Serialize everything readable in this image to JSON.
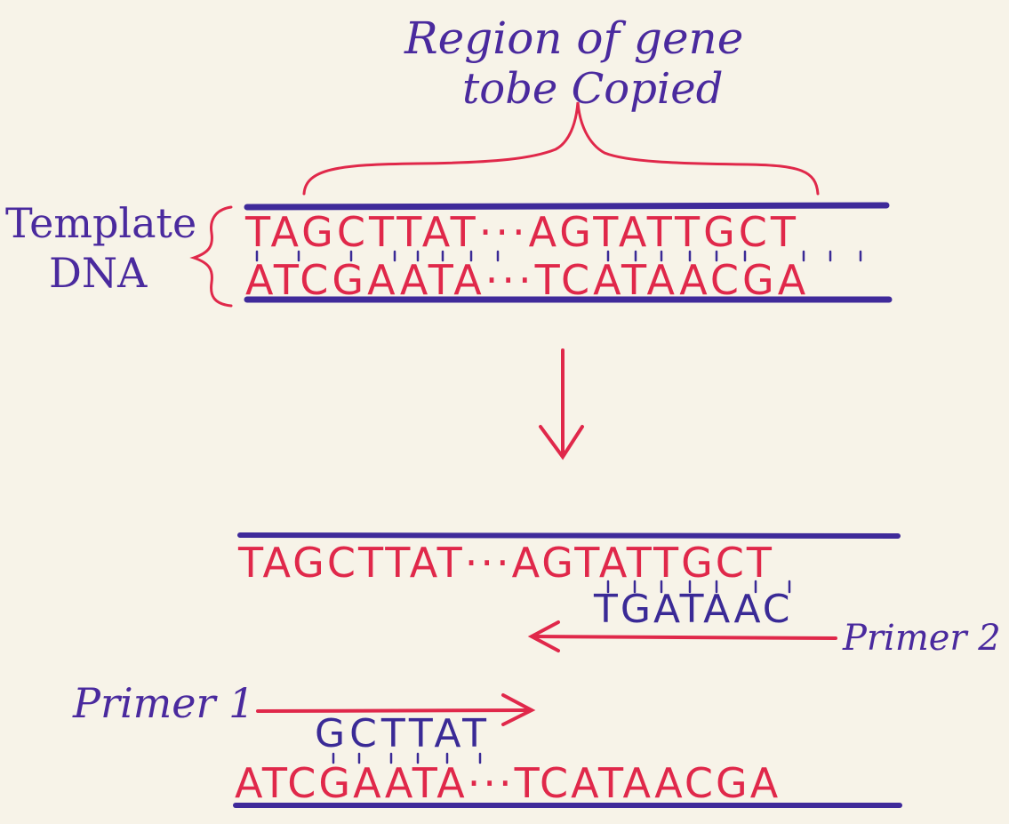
{
  "colors": {
    "paper": "#f7f3e8",
    "strand_line": "#3f2a9a",
    "red_ink": "#e0284a",
    "blue_ink": "#3a2a96",
    "label_ink": "#4a2a9e"
  },
  "labels": {
    "region_line1": "Region of gene",
    "region_line2": "tobe Copied",
    "template_line1": "Template",
    "template_line2": "DNA",
    "primer1": "Primer 1",
    "primer2": "Primer 2"
  },
  "template_dna": {
    "top_strand": "TAGCTTAT···AGTATTGCT",
    "bottom_strand": "ATCGAATA···TCATAACGA"
  },
  "after_annealing": {
    "top_strand": "TAGCTTAT···AGTATTGCT",
    "primer2_sequence": "TGATAAC",
    "primer1_sequence": "GCTTAT",
    "bottom_strand": "ATCGAATA···TCATAACGA"
  },
  "icons": {
    "brace": "curly-brace-icon",
    "down_arrow": "down-arrow-icon",
    "left_arrow": "left-arrow-icon",
    "right_arrow": "right-arrow-icon"
  }
}
